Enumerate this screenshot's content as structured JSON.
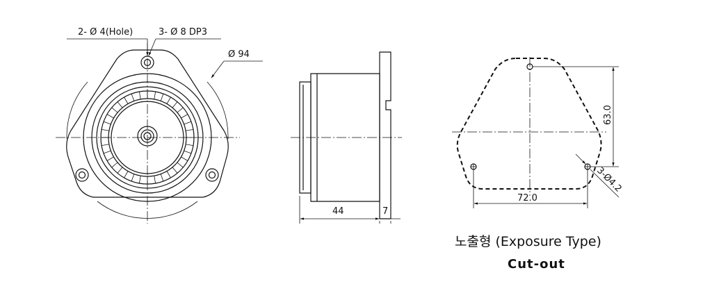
{
  "front_view": {
    "hole_label": "2- Ø 4(Hole)",
    "dp_label": "3- Ø 8 DP3",
    "diameter_label": "Ø 94"
  },
  "side_view": {
    "depth_label": "44",
    "flange_label": "7"
  },
  "cutout": {
    "height_label": "63.0",
    "width_label": "72.0",
    "hole_label": "3-Ø4.2",
    "title": "노출형 (Exposure Type)",
    "subtitle": "Cut-out"
  }
}
